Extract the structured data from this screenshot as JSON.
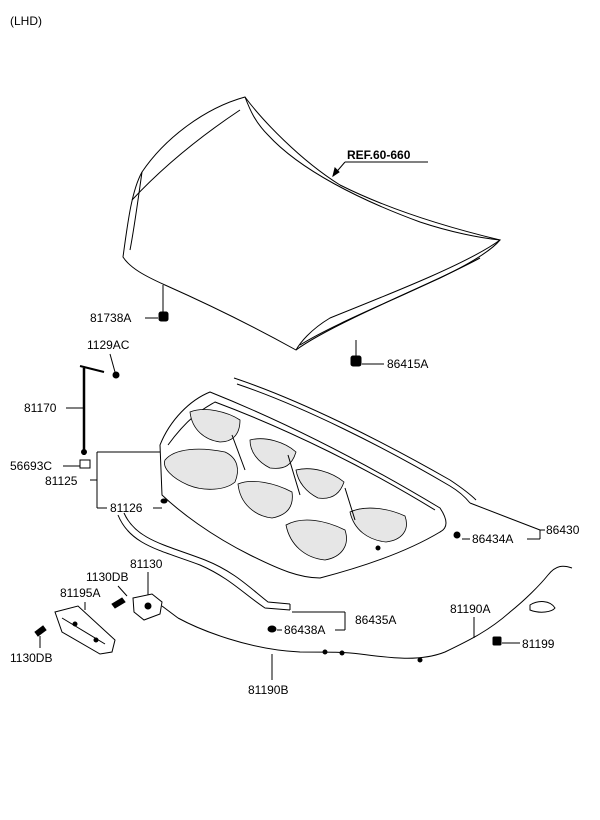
{
  "header": {
    "variant": "(LHD)"
  },
  "reference": "REF.60-660",
  "labels": {
    "p81738A": "81738A",
    "p86415A": "86415A",
    "p1129AC": "1129AC",
    "p81170": "81170",
    "p56693C": "56693C",
    "p81125": "81125",
    "p81126": "81126",
    "p86434A": "86434A",
    "p86430": "86430",
    "p1130DB_a": "1130DB",
    "p81130": "81130",
    "p81195A": "81195A",
    "p1130DB_b": "1130DB",
    "p86438A": "86438A",
    "p86435A": "86435A",
    "p81190A": "81190A",
    "p81199": "81199",
    "p81190B": "81190B"
  }
}
